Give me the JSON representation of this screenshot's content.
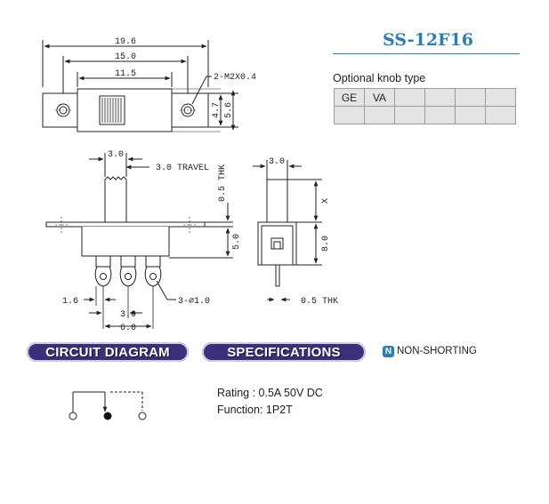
{
  "model": "SS-12F16",
  "knob": {
    "label": "Optional knob type",
    "cells": [
      "GE",
      "VA",
      "",
      "",
      "",
      "",
      ""
    ]
  },
  "top_view": {
    "dim_overall": "19.6",
    "dim_mount": "15.0",
    "dim_inner": "11.5",
    "dim_hole": "2-M2X0.4",
    "dim_height_inner": "4.7",
    "dim_height_outer": "5.6"
  },
  "front_view": {
    "dim_knob_width": "3.0",
    "dim_travel": "3.0 TRAVEL",
    "dim_plate": "0.5 THK",
    "dim_body_height": "5.0",
    "dim_pin_offset": "1.6",
    "dim_pin_pitch": "3.0",
    "dim_pin_span": "6.0",
    "dim_pin_hole": "3-∅1.0"
  },
  "side_view": {
    "dim_knob_width": "3.0",
    "dim_knob_height": "X",
    "dim_body": "8.0",
    "dim_pin": "0.5 THK"
  },
  "sections": {
    "circuit": "CIRCUIT DIAGRAM",
    "specifications": "SPECIFICATIONS",
    "non_shorting_mark": "N",
    "non_shorting": "NON-SHORTING"
  },
  "specs": {
    "rating": "Rating : 0.5A 50V DC",
    "function": "Function: 1P2T"
  },
  "colors": {
    "accent": "#2b7fb4",
    "pill": "#3c2f7a",
    "line": "#222222"
  }
}
